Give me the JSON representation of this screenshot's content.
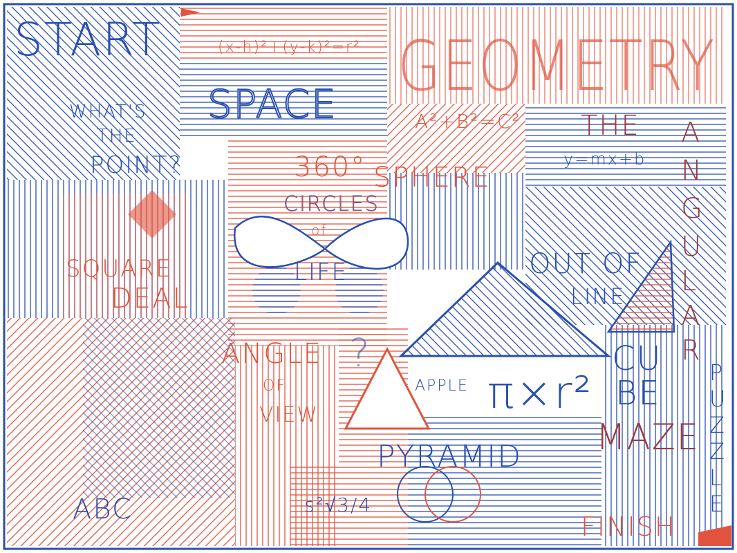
{
  "colors": {
    "blue": "#2a4fb0",
    "red": "#e2543e",
    "paper": "#ffffff"
  },
  "labels": {
    "start": "START",
    "whats": "WHAT'S",
    "the": "THE",
    "point": "POINT?",
    "circle_eq": "(x-h)²+(y-k)²=r²",
    "geometry": "GEOMETRY",
    "space": "SPACE",
    "pythag": "A²+B²=C²",
    "the_angular": "THE",
    "angular": [
      "A",
      "N",
      "G",
      "U",
      "L",
      "A",
      "R"
    ],
    "puzzle": [
      "P",
      "U",
      "Z",
      "Z",
      "L",
      "E"
    ],
    "line_eq": "y=mx+b",
    "degrees": "360°",
    "sphere": "SPHERE",
    "circles": "CIRCLES",
    "of": "of",
    "life": "LIFE",
    "square": "SQUARE",
    "deal": "DEAL",
    "out_of": "OUT OF",
    "line": "LINE",
    "angle": "ANGLE",
    "of_view_of": "OF",
    "view": "VIEW",
    "apple": "APPLE",
    "pi_r2": "π×r²",
    "cu": "CU",
    "be": "BE",
    "maze": "MAZE",
    "pyramid": "PYRAMID",
    "abc": "ABC",
    "tri_area": "s²√3/4",
    "question": "?",
    "finish": "FINISH"
  }
}
